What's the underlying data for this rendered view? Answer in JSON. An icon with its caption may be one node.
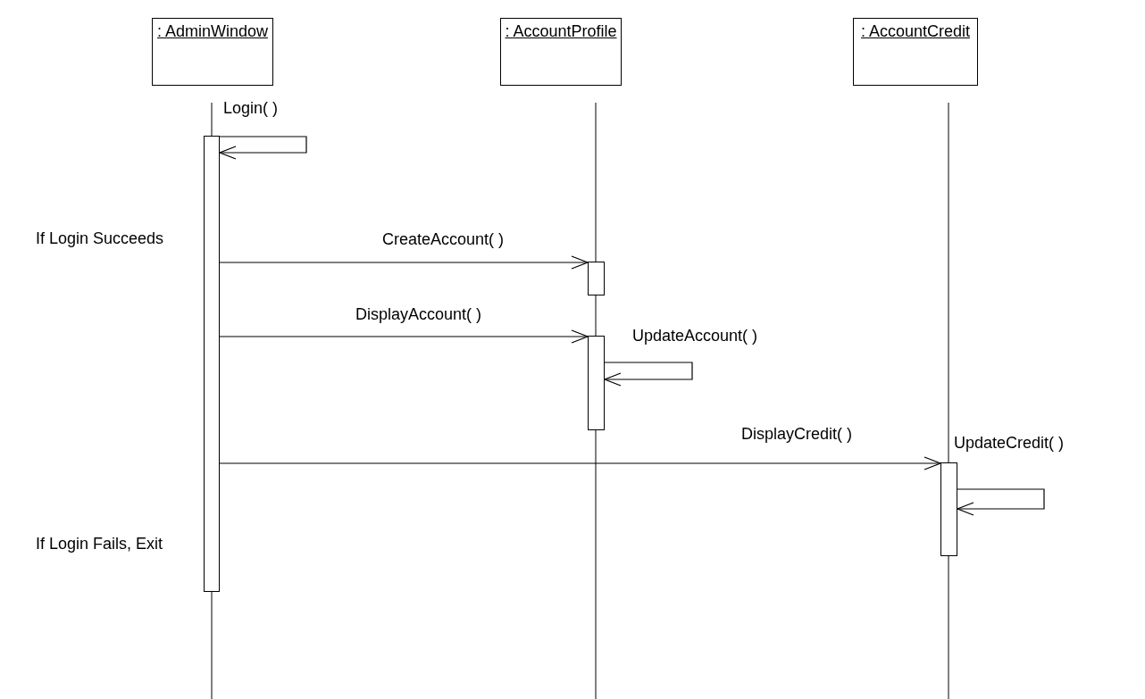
{
  "diagram": {
    "nodes": [
      {
        "text": [
          ": AdminWindow"
        ]
      },
      {
        "text": [
          ": AccountProfile"
        ]
      },
      {
        "text": [
          ": AccountCredit"
        ]
      },
      {
        "text": [],
        "shape": "bar"
      },
      {
        "text": [],
        "shape": "bar"
      },
      {
        "text": [],
        "shape": "bar"
      },
      {
        "text": [],
        "shape": "bar"
      }
    ],
    "edges": [
      {
        "from": 3,
        "to": 3,
        "arrow": "to",
        "label": "Login( )"
      },
      {
        "from": 3,
        "to": 4,
        "arrow": "to",
        "label": "CreateAccount( )"
      },
      {
        "from": 3,
        "to": 5,
        "arrow": "to",
        "label": "DisplayAccount( )"
      },
      {
        "from": 5,
        "to": 5,
        "arrow": "to",
        "label": "UpdateAccount( )"
      },
      {
        "from": 3,
        "to": 6,
        "arrow": "to",
        "label": "DisplayCredit( )"
      },
      {
        "from": 6,
        "to": 6,
        "arrow": "to",
        "label": "UpdateCredit( )"
      }
    ],
    "labels": [
      "If Login Succeeds",
      "If Login Fails, Exit"
    ]
  }
}
